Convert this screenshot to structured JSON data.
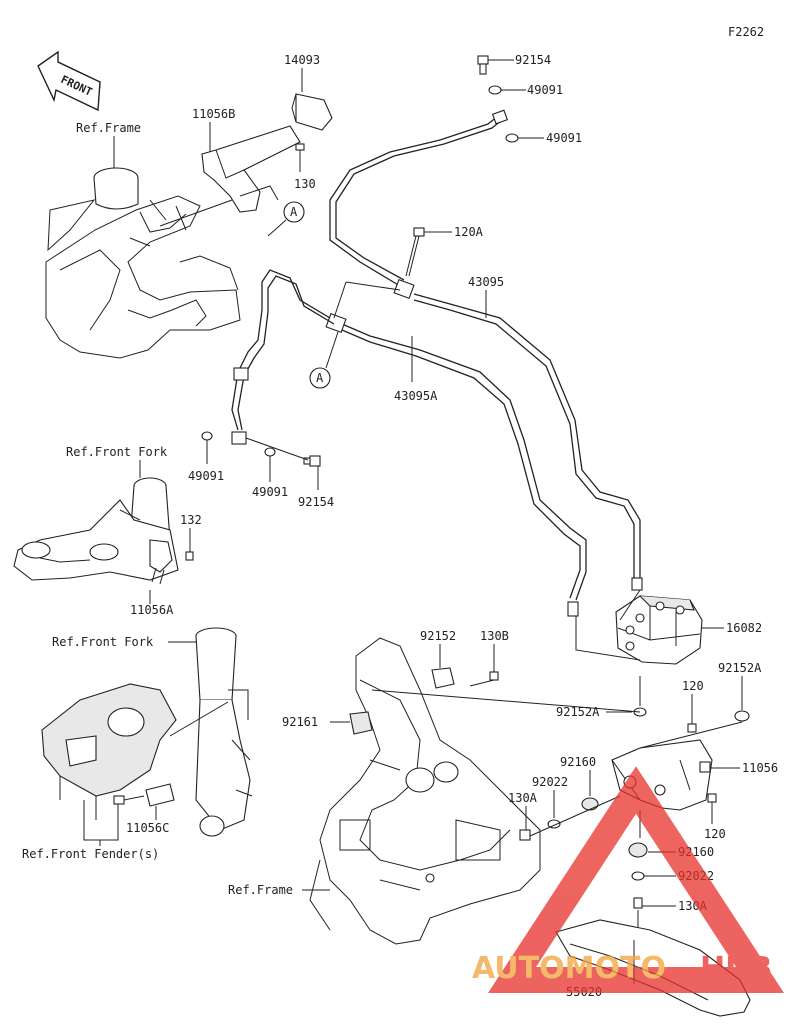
{
  "diagram_id": "F2262",
  "front_arrow_label": "FRONT",
  "refs": {
    "frame_top": "Ref.Frame",
    "front_fork_top": "Ref.Front Fork",
    "front_fork_mid": "Ref.Front Fork",
    "front_fenders": "Ref.Front Fender(s)",
    "frame_bottom": "Ref.Frame"
  },
  "callouts": {
    "a1": "A",
    "a2": "A"
  },
  "parts": {
    "p14093": "14093",
    "p11056B": "11056B",
    "p130": "130",
    "p92154_top": "92154",
    "p49091_top1": "49091",
    "p49091_top2": "49091",
    "p120A": "120A",
    "p43095": "43095",
    "p43095A": "43095A",
    "p49091_l1": "49091",
    "p49091_l2": "49091",
    "p92154_l": "92154",
    "p132": "132",
    "p11056A": "11056A",
    "p16082": "16082",
    "p92152": "92152",
    "p130B": "130B",
    "p92161": "92161",
    "p120_a": "120",
    "p92152A_r": "92152A",
    "p92152A_l": "92152A",
    "p11056": "11056",
    "p92160_a": "92160",
    "p92022_a": "92022",
    "p130A_a": "130A",
    "p120_b": "120",
    "p11056C": "11056C",
    "p92160_b": "92160",
    "p92022_b": "92022",
    "p130A_b": "130A",
    "p55020": "55020"
  },
  "watermark": {
    "text_left": "AUTOMOTO",
    "text_right": "HUB",
    "color_red": "#e8302a",
    "color_orange": "#f2a23a"
  }
}
